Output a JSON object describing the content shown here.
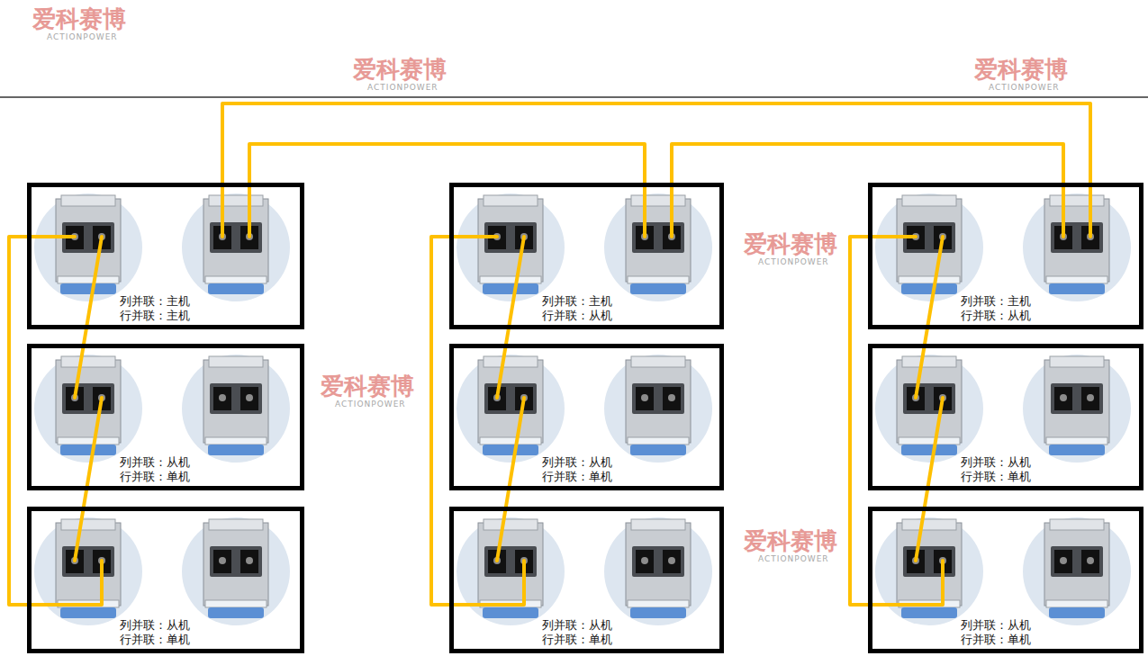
{
  "diagram": {
    "nodes": [
      {
        "text": [
          "列并联：主机",
          "行并联：主机"
        ]
      },
      {
        "text": [
          "列并联：从机",
          "行并联：单机"
        ]
      },
      {
        "text": [
          "列并联：从机",
          "行并联：单机"
        ]
      },
      {
        "text": [
          "列并联：主机",
          "行并联：从机"
        ]
      },
      {
        "text": [
          "列并联：从机",
          "行并联：单机"
        ]
      },
      {
        "text": [
          "列并联：从机",
          "行并联：单机"
        ]
      },
      {
        "text": [
          "列并联：主机",
          "行并联：从机"
        ]
      },
      {
        "text": [
          "列并联：从机",
          "行并联：单机"
        ]
      },
      {
        "text": [
          "列并联：从机",
          "行并联：单机"
        ]
      }
    ],
    "edges": [
      {
        "from": 0,
        "to": 1,
        "arrow": "none"
      },
      {
        "from": 1,
        "to": 2,
        "arrow": "none"
      },
      {
        "from": 0,
        "to": 2,
        "arrow": "none"
      },
      {
        "from": 3,
        "to": 4,
        "arrow": "none"
      },
      {
        "from": 4,
        "to": 5,
        "arrow": "none"
      },
      {
        "from": 3,
        "to": 5,
        "arrow": "none"
      },
      {
        "from": 6,
        "to": 7,
        "arrow": "none"
      },
      {
        "from": 7,
        "to": 8,
        "arrow": "none"
      },
      {
        "from": 6,
        "to": 8,
        "arrow": "none"
      },
      {
        "from": 0,
        "to": 3,
        "arrow": "none"
      },
      {
        "from": 3,
        "to": 6,
        "arrow": "none"
      },
      {
        "from": 0,
        "to": 6,
        "arrow": "none"
      }
    ],
    "labels": [
      "爱科赛博",
      "ACTIONPOWER",
      "爱科赛博",
      "ACTIONPOWER",
      "爱科赛博",
      "ACTIONPOWER",
      "爱科赛博",
      "ACTIONPOWER",
      "爱科赛博",
      "ACTIONPOWER",
      "爱科赛博",
      "ACTIONPOWER"
    ]
  }
}
